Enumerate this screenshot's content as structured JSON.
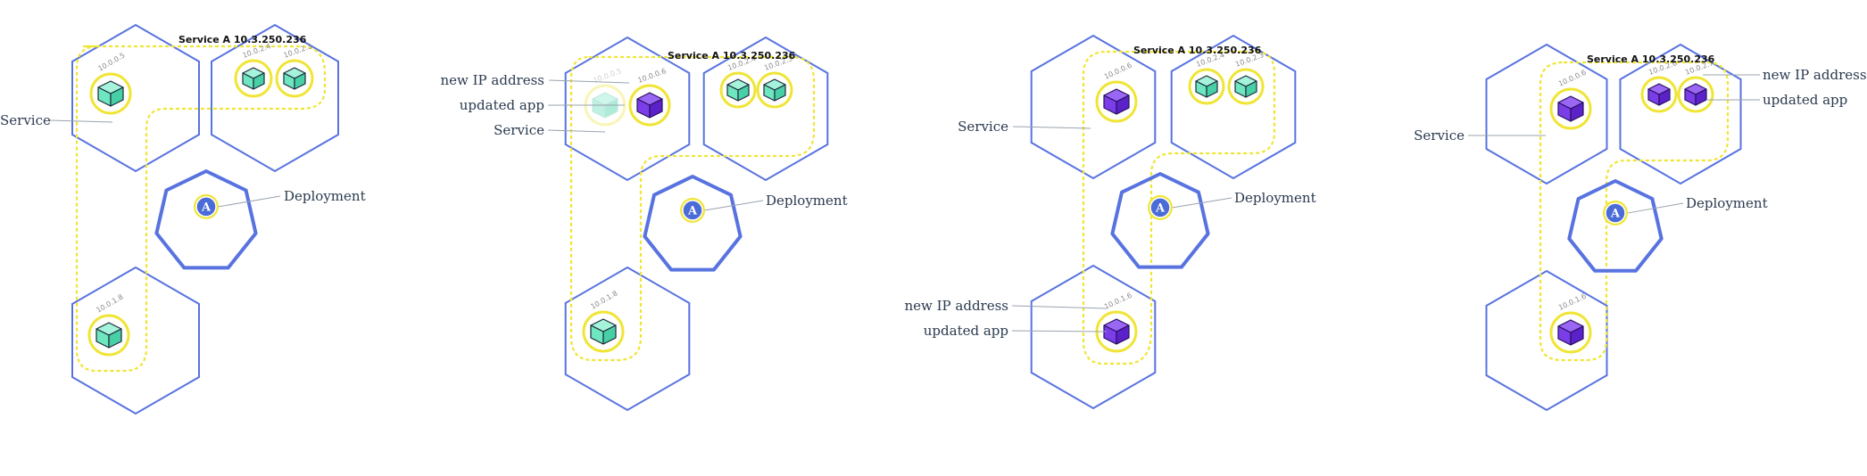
{
  "colors": {
    "node_stroke": "#5873e0",
    "service_dash": "#f0e535",
    "pod_ring": "#f0e535",
    "cube_green": "#6ee6bf",
    "cube_purple": "#7a3de8",
    "deployment_fill": "#4a6bd8",
    "leader_line": "#9aa3ad",
    "label_text": "#2a3a4f"
  },
  "panels": [
    {
      "service_label": "Service A 10.3.250.236",
      "labels": {
        "service": "Service",
        "deployment": "Deployment"
      },
      "pods": [
        {
          "ip": "10.0.0.5",
          "app": "green"
        },
        {
          "ip": "10.0.2.4",
          "app": "green"
        },
        {
          "ip": "10.0.2.3",
          "app": "green"
        },
        {
          "ip": "10.0.1.8",
          "app": "green"
        }
      ]
    },
    {
      "service_label": "Service A 10.3.250.236",
      "labels": {
        "new_ip": "new IP address",
        "updated_app": "updated app",
        "service": "Service",
        "deployment": "Deployment"
      },
      "pods": [
        {
          "ip": "10.0.0.5",
          "app": "green-fading"
        },
        {
          "ip": "10.0.0.6",
          "app": "purple"
        },
        {
          "ip": "10.0.2.4",
          "app": "green"
        },
        {
          "ip": "10.0.2.3",
          "app": "green"
        },
        {
          "ip": "10.0.1.8",
          "app": "green"
        }
      ]
    },
    {
      "service_label": "Service A 10.3.250.236",
      "labels": {
        "service": "Service",
        "deployment": "Deployment",
        "new_ip": "new IP address",
        "updated_app": "updated app"
      },
      "pods": [
        {
          "ip": "10.0.0.6",
          "app": "purple"
        },
        {
          "ip": "10.0.2.4",
          "app": "green"
        },
        {
          "ip": "10.0.2.3",
          "app": "green"
        },
        {
          "ip": "10.0.1.6",
          "app": "purple"
        }
      ]
    },
    {
      "service_label": "Service A 10.3.250.236",
      "labels": {
        "new_ip": "new IP address",
        "updated_app": "updated app",
        "service": "Service",
        "deployment": "Deployment"
      },
      "pods": [
        {
          "ip": "10.0.0.6",
          "app": "purple"
        },
        {
          "ip": "10.0.2.6",
          "app": "purple"
        },
        {
          "ip": "10.0.2.7",
          "app": "purple"
        },
        {
          "ip": "10.0.1.6",
          "app": "purple"
        }
      ]
    }
  ]
}
